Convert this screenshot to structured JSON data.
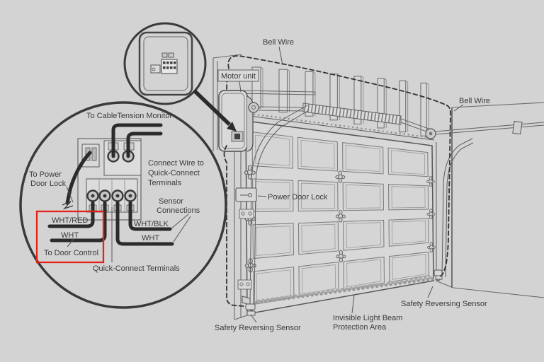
{
  "colors": {
    "background": "#d3d3d3",
    "line": "#555555",
    "dark_line": "#3a3a3a",
    "wire": "#2b2b2b",
    "highlight_red": "#e32219",
    "text": "#3a3a3a"
  },
  "inset": {
    "labels": {
      "cable_tension": "To CableTension Monitor",
      "connect_wire": {
        "l1": "Connect Wire to",
        "l2": "Quick-Connect",
        "l3": "Terminals"
      },
      "power_lock": {
        "l1": "To Power",
        "l2": "Door Lock"
      },
      "sensor_conn": {
        "l1": "Sensor",
        "l2": "Connections"
      },
      "wire_wht_red": "WHT/RED",
      "wire_wht_left": "WHT",
      "wire_wht_blk": "WHT/BLK",
      "wire_wht_right": "WHT",
      "door_control": "To Door Control",
      "quick_connect": "Quick-Connect Terminals"
    }
  },
  "garage": {
    "labels": {
      "bell_wire_top": "Bell Wire",
      "bell_wire_right": "Bell Wire",
      "motor_unit": "Motor unit",
      "power_door_lock": "Power Door Lock",
      "sensor_left": "Safety Reversing Sensor",
      "sensor_right": "Safety Reversing Sensor",
      "beam": {
        "l1": "Invisible Light Beam",
        "l2": "Protection Area"
      }
    }
  }
}
